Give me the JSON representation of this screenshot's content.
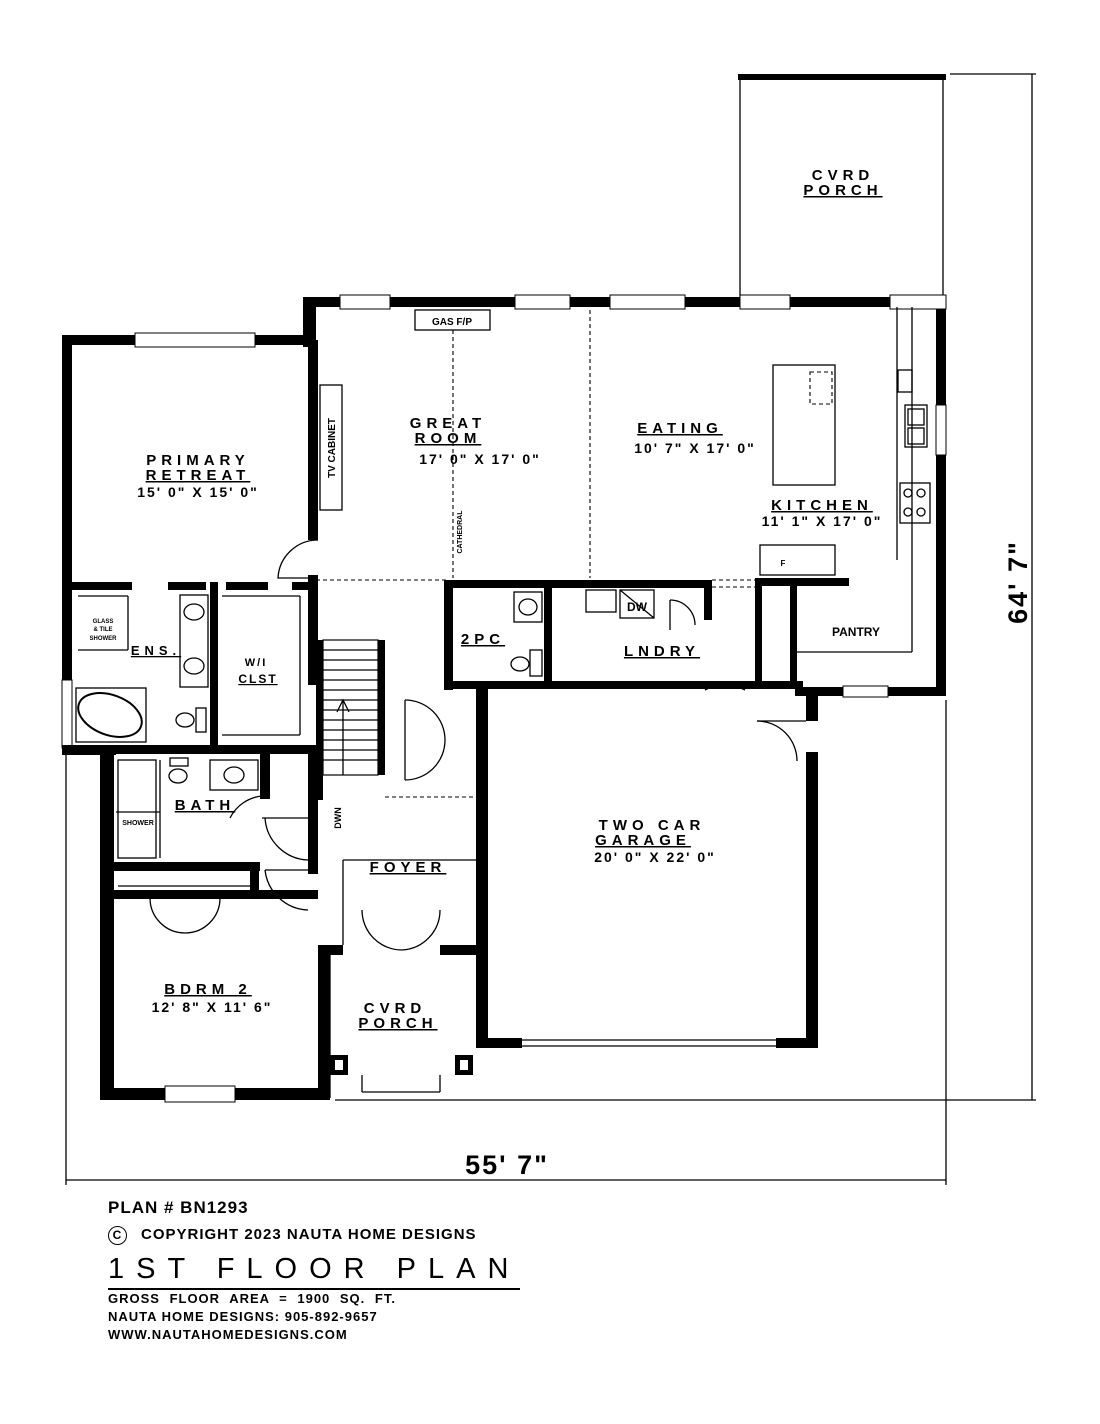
{
  "rooms": {
    "cvrd_porch_rear": {
      "line1": "CVRD",
      "line2": "PORCH"
    },
    "primary_retreat": {
      "line1": "PRIMARY",
      "line2": "RETREAT",
      "dim": "15' 0\" X 15' 0\""
    },
    "tv_cabinet": "TV CABINET",
    "great_room": {
      "line1": "GREAT",
      "line2": "ROOM",
      "dim": "17' 0\" X 17' 0\""
    },
    "gas_fp": "GAS F/P",
    "cathedral": "CATHEDRAL",
    "eating": {
      "line1": "EATING",
      "dim": "10' 7\" X 17' 0\""
    },
    "kitchen": {
      "line1": "KITCHEN",
      "dim": "11' 1\" X 17' 0\""
    },
    "pantry": "PANTRY",
    "glass_shower": {
      "line1": "GLASS",
      "line2": "& TILE",
      "line3": "SHOWER"
    },
    "ens": "ENS.",
    "wi_clst": {
      "line1": "W/I",
      "line2": "CLST"
    },
    "two_pc": "2PC",
    "lndry": "LNDRY",
    "dishwasher": "DW",
    "fridge": "F",
    "dwn": "DWN",
    "bath": "BATH",
    "shower": "SHOWER",
    "foyer": "FOYER",
    "garage": {
      "line1": "TWO CAR",
      "line2": "GARAGE",
      "dim": "20' 0\" X 22' 0\""
    },
    "bdrm2": {
      "line1": "BDRM 2",
      "dim": "12' 8\" X 11' 6\""
    },
    "cvrd_porch_front": {
      "line1": "CVRD",
      "line2": "PORCH"
    }
  },
  "dimensions": {
    "overall_width": "55' 7\"",
    "overall_depth": "64' 7\""
  },
  "title_block": {
    "plan_number": "PLAN # BN1293",
    "copyright_symbol": "C",
    "copyright": "COPYRIGHT 2023 NAUTA HOME DESIGNS",
    "sheet_title": "1ST FLOOR PLAN",
    "gross_area": "GROSS FLOOR AREA = 1900 SQ. FT.",
    "phone": "NAUTA HOME DESIGNS: 905-892-9657",
    "website": "WWW.NAUTAHOMEDESIGNS.COM"
  }
}
